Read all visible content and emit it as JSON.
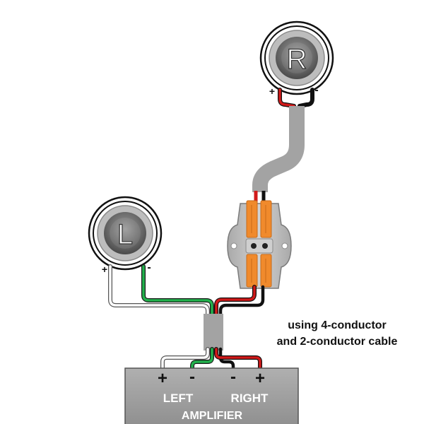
{
  "speakers": {
    "right": {
      "letter": "R",
      "plus": "+",
      "minus": "-"
    },
    "left": {
      "letter": "L",
      "plus": "+",
      "minus": "-"
    }
  },
  "amplifier": {
    "name": "AMPLIFIER",
    "left_label": "LEFT",
    "right_label": "RIGHT",
    "plus": "+",
    "minus": "-"
  },
  "caption": {
    "line1": "using 4-conductor",
    "line2": "and 2-conductor cable"
  },
  "colors": {
    "cable": "#a3a3a3",
    "positive_wire": "#d11a1a",
    "negative_wire": "#111111",
    "left_positive_wire": "#ffffff",
    "left_negative_wire": "#22b14c",
    "connector_lever": "#f08a2c",
    "connector_body": "#b9b9b9",
    "amplifier_body": "#9c9c9c"
  }
}
